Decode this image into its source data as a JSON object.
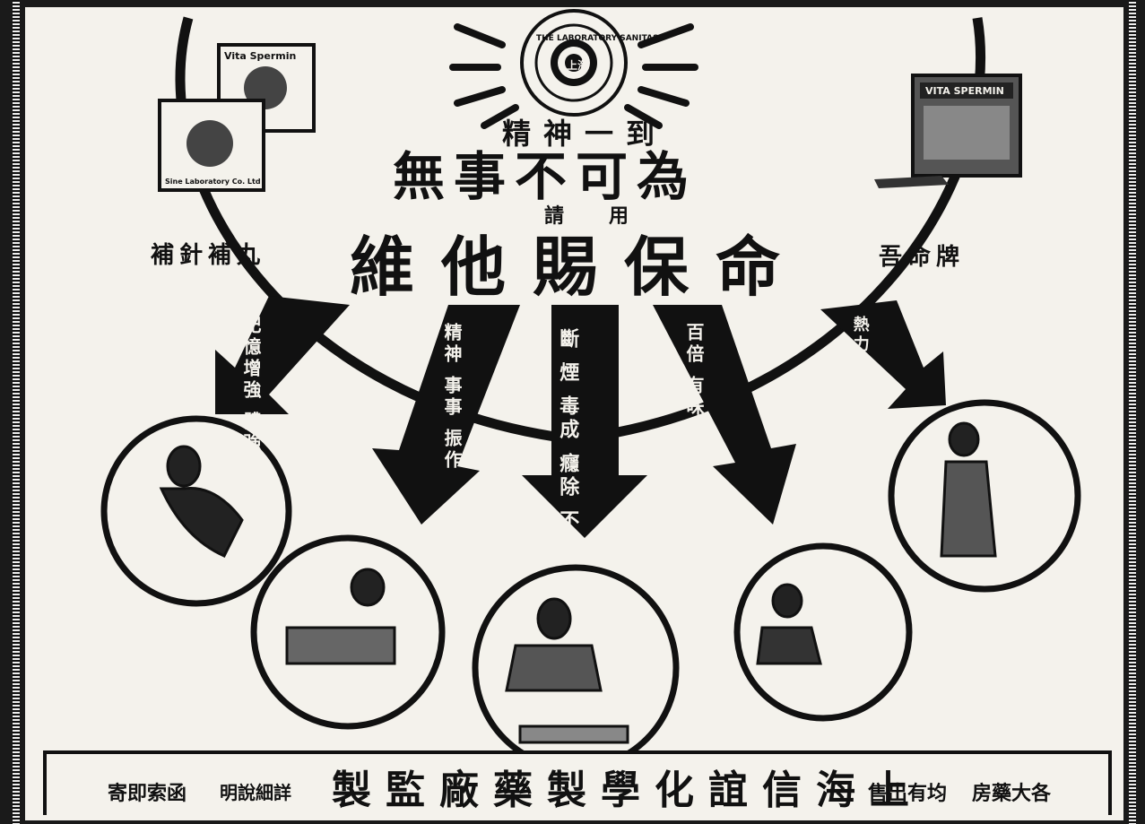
{
  "ad": {
    "headline_small": "精神一到",
    "headline_big": "無事不可為",
    "please_use": "請用",
    "brand_name": "維他賜保命",
    "left_product": "補針補丸",
    "right_product": "吾命牌",
    "benefits": [
      {
        "text": "記憶增強 體強"
      },
      {
        "text": "精神 事事 振作"
      },
      {
        "text": "斷 煙 毒成 癮除 不須"
      },
      {
        "text": "百倍 有味 增加"
      },
      {
        "text": "熱力 充沛 靠得"
      }
    ],
    "logo_text_top": "THE LABORATORY SANITAS",
    "logo_text_bottom": "上海",
    "left_box_label_1": "Vita Spermin",
    "left_box_label_2": "Sine Laboratory Co. Ltd",
    "right_box_label": "VITA SPERMIN",
    "footer": {
      "mail_note": "寄即索函",
      "detail_note": "明說細詳",
      "maker": "製監廠藥製學化誼信海上",
      "sold_at": "售出有均",
      "stores": "房藥大各"
    }
  }
}
